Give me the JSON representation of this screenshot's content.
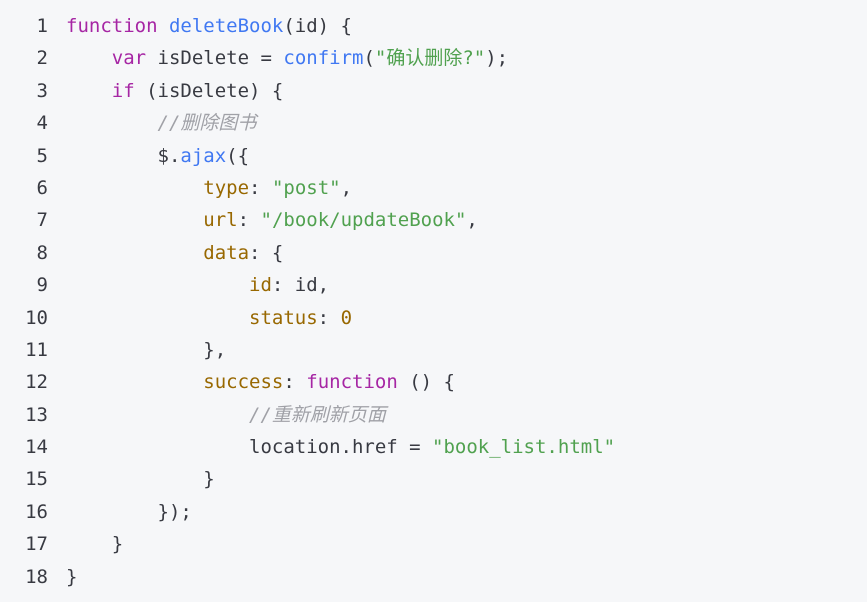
{
  "colors": {
    "background": "#f6f7f9",
    "keyword": "#a626a4",
    "function": "#4078f2",
    "string": "#50a14f",
    "property": "#986801",
    "number": "#986801",
    "comment": "#a0a1a7",
    "plain": "#383a42"
  },
  "lines": [
    {
      "n": "1",
      "tokens": [
        [
          "kw",
          "function"
        ],
        [
          "pl",
          " "
        ],
        [
          "fn",
          "deleteBook"
        ],
        [
          "pl",
          "(id) {"
        ]
      ]
    },
    {
      "n": "2",
      "tokens": [
        [
          "pl",
          "    "
        ],
        [
          "kw",
          "var"
        ],
        [
          "pl",
          " isDelete = "
        ],
        [
          "fn",
          "confirm"
        ],
        [
          "pl",
          "("
        ],
        [
          "str",
          "\"确认删除?\""
        ],
        [
          "pl",
          ");"
        ]
      ]
    },
    {
      "n": "3",
      "tokens": [
        [
          "pl",
          "    "
        ],
        [
          "kw",
          "if"
        ],
        [
          "pl",
          " (isDelete) {"
        ]
      ]
    },
    {
      "n": "4",
      "tokens": [
        [
          "pl",
          "        "
        ],
        [
          "cm",
          "//删除图书"
        ]
      ]
    },
    {
      "n": "5",
      "tokens": [
        [
          "pl",
          "        $."
        ],
        [
          "fn",
          "ajax"
        ],
        [
          "pl",
          "({"
        ]
      ]
    },
    {
      "n": "6",
      "tokens": [
        [
          "pl",
          "            "
        ],
        [
          "prop",
          "type"
        ],
        [
          "pl",
          ": "
        ],
        [
          "str",
          "\"post\""
        ],
        [
          "pl",
          ","
        ]
      ]
    },
    {
      "n": "7",
      "tokens": [
        [
          "pl",
          "            "
        ],
        [
          "prop",
          "url"
        ],
        [
          "pl",
          ": "
        ],
        [
          "str",
          "\"/book/updateBook\""
        ],
        [
          "pl",
          ","
        ]
      ]
    },
    {
      "n": "8",
      "tokens": [
        [
          "pl",
          "            "
        ],
        [
          "prop",
          "data"
        ],
        [
          "pl",
          ": {"
        ]
      ]
    },
    {
      "n": "9",
      "tokens": [
        [
          "pl",
          "                "
        ],
        [
          "prop",
          "id"
        ],
        [
          "pl",
          ": id,"
        ]
      ]
    },
    {
      "n": "10",
      "tokens": [
        [
          "pl",
          "                "
        ],
        [
          "prop",
          "status"
        ],
        [
          "pl",
          ": "
        ],
        [
          "num",
          "0"
        ]
      ]
    },
    {
      "n": "11",
      "tokens": [
        [
          "pl",
          "            },"
        ]
      ]
    },
    {
      "n": "12",
      "tokens": [
        [
          "pl",
          "            "
        ],
        [
          "prop",
          "success"
        ],
        [
          "pl",
          ": "
        ],
        [
          "kw",
          "function"
        ],
        [
          "pl",
          " () {"
        ]
      ]
    },
    {
      "n": "13",
      "tokens": [
        [
          "pl",
          "                "
        ],
        [
          "cm",
          "//重新刷新页面"
        ]
      ]
    },
    {
      "n": "14",
      "tokens": [
        [
          "pl",
          "                location.href = "
        ],
        [
          "str",
          "\"book_list.html\""
        ]
      ]
    },
    {
      "n": "15",
      "tokens": [
        [
          "pl",
          "            }"
        ]
      ]
    },
    {
      "n": "16",
      "tokens": [
        [
          "pl",
          "        });"
        ]
      ]
    },
    {
      "n": "17",
      "tokens": [
        [
          "pl",
          "    }"
        ]
      ]
    },
    {
      "n": "18",
      "tokens": [
        [
          "pl",
          "}"
        ]
      ]
    }
  ]
}
